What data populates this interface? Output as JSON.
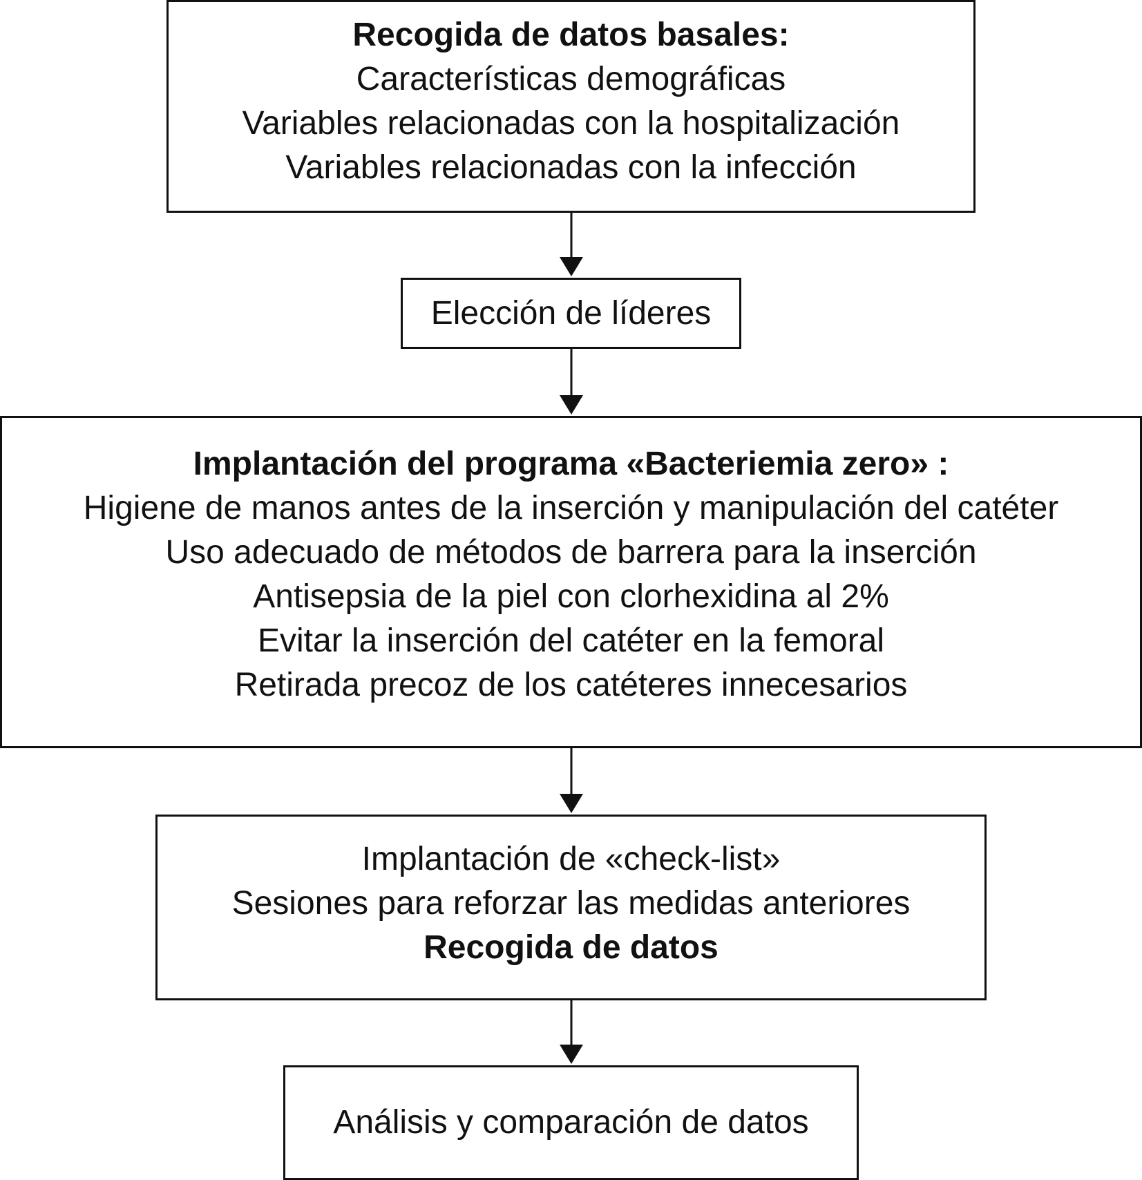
{
  "flowchart": {
    "step1": {
      "title": "Recogida de datos basales:",
      "items": [
        "Características demográficas",
        "Variables relacionadas con la hospitalización",
        "Variables relacionadas con la infección"
      ]
    },
    "step2": {
      "text": "Elección de líderes"
    },
    "step3": {
      "title": "Implantación del programa «Bacteriemia zero» :",
      "items": [
        "Higiene de manos antes de la inserción y manipulación del catéter",
        "Uso adecuado de métodos de barrera para la inserción",
        "Antisepsia de la piel con clorhexidina al 2%",
        "Evitar la inserción del catéter en la femoral",
        "Retirada precoz de los catéteres innecesarios"
      ]
    },
    "step4": {
      "items": [
        "Implantación de «check-list»",
        "Sesiones para reforzar las medidas anteriores"
      ],
      "bold_item": "Recogida de datos"
    },
    "step5": {
      "text": "Análisis y comparación de datos"
    }
  }
}
